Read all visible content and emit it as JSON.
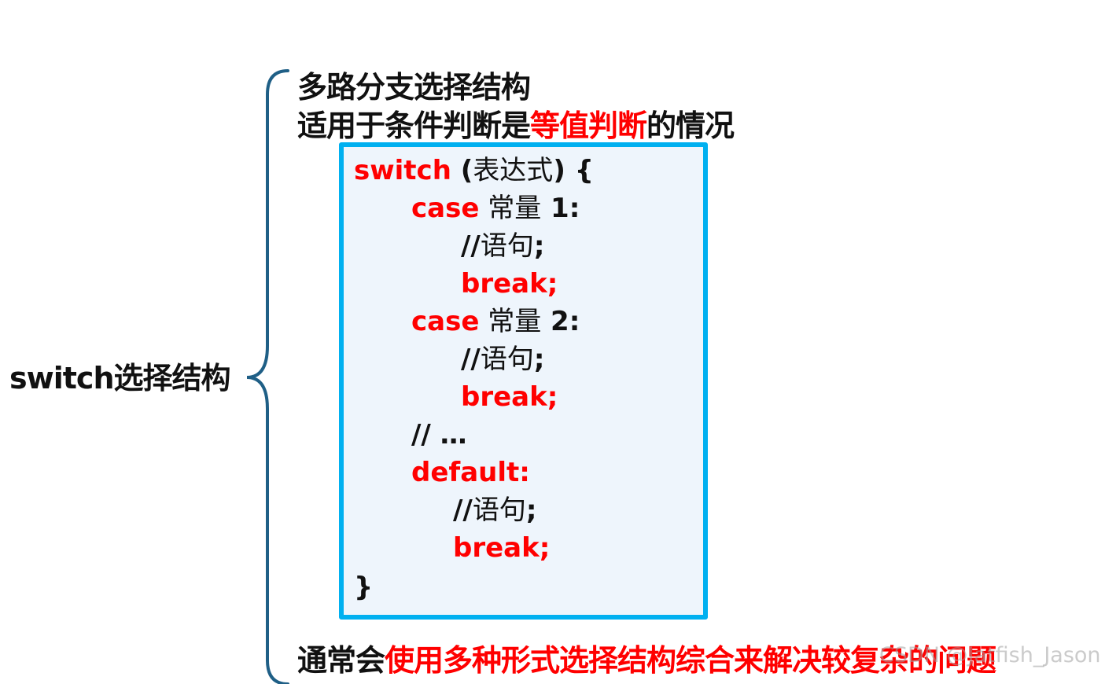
{
  "root": {
    "label": "switch选择结构"
  },
  "header": {
    "line1": "多路分支选择结构",
    "line2_prefix": "适用于条件判断是",
    "line2_highlight": "等值判断",
    "line2_suffix": "的情况"
  },
  "code": {
    "switch_kw": "switch",
    "switch_open": " (",
    "switch_expr": "表达式",
    "switch_close": ") {",
    "case1_kw": "case",
    "case1_const": " 常量",
    "case1_num": " 1:",
    "stmt1_slash": "//",
    "stmt1_text": "语句",
    "stmt1_semi": ";",
    "break1": "break;",
    "case2_kw": "case",
    "case2_const": " 常量",
    "case2_num": " 2:",
    "stmt2_slash": "//",
    "stmt2_text": "语句",
    "stmt2_semi": ";",
    "break2": "break;",
    "ellipsis": "// …",
    "default_kw": "default:",
    "stmt3_slash": "//",
    "stmt3_text": "语句",
    "stmt3_semi": ";",
    "break3": "break;",
    "close_brace": "}"
  },
  "footer": {
    "prefix": "通常会",
    "highlight": "使用多种形式选择结构综合来解决较复杂的问题"
  },
  "watermark": "CSDN @Jatfish_Jason",
  "colors": {
    "keyword": "#ff0000",
    "box_border": "#00b0f0",
    "box_fill": "#eef5fc",
    "brace": "#1f5f86"
  }
}
